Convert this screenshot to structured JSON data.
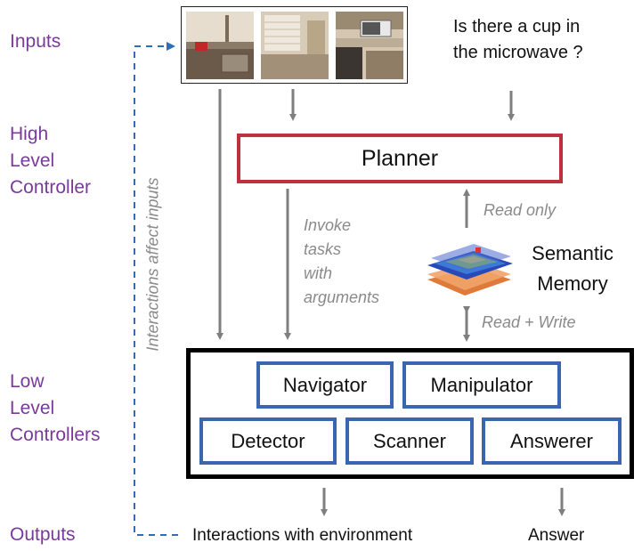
{
  "side_labels": {
    "inputs": "Inputs",
    "high_level": "High\nLevel\nController",
    "low_level": "Low\nLevel\nControllers",
    "outputs": "Outputs"
  },
  "question": "Is there a cup in\nthe microwave ?",
  "planner": "Planner",
  "invoke_label": "Invoke\ntasks\nwith\narguments",
  "read_only": "Read only",
  "read_write": "Read + Write",
  "interactions_affect": "Interactions affect inputs",
  "semantic_memory": "Semantic\nMemory",
  "modules": {
    "navigator": "Navigator",
    "manipulator": "Manipulator",
    "detector": "Detector",
    "scanner": "Scanner",
    "answerer": "Answerer"
  },
  "outputs": {
    "interactions": "Interactions with environment",
    "answer": "Answer"
  },
  "colors": {
    "side_label": "#7a3a9a",
    "planner_border": "#c0303c",
    "module_border": "#3a66b0",
    "arrow": "#7f7f7f",
    "dashed": "#2f6db5"
  }
}
